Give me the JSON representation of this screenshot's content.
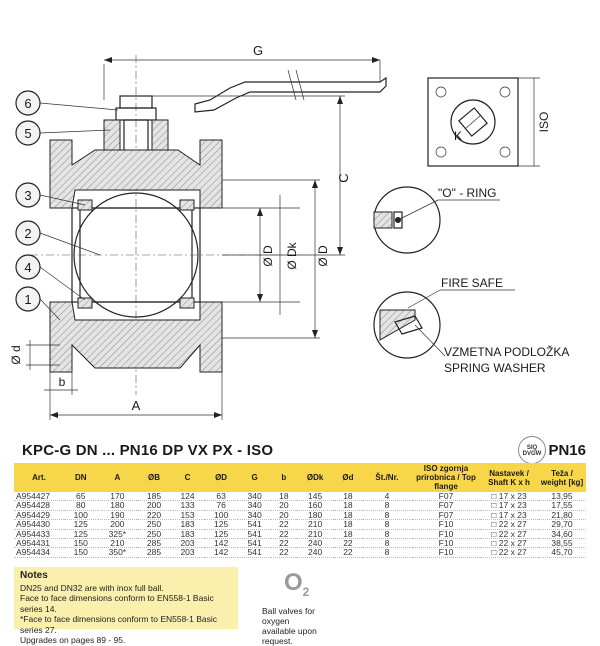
{
  "drawing": {
    "callouts": [
      "6",
      "5",
      "3",
      "2",
      "4",
      "1"
    ],
    "dims": {
      "G": "G",
      "C": "C",
      "A": "A",
      "b": "b",
      "d": "Ø d",
      "D": "Ø D",
      "Dk": "Ø Dk",
      "Dinner": "Ø D",
      "ISO": "ISO",
      "K": "K"
    },
    "detail_labels": {
      "oring": "\"O\" - RING",
      "firesafe": "FIRE SAFE",
      "spring1": "VZMETNA PODLOŽKA",
      "spring2": "SPRING WASHER"
    }
  },
  "header": {
    "title": "KPC-G DN ... PN16 DP VX PX - ISO",
    "badge": "SIQ DVGW",
    "pn": "PN16"
  },
  "table": {
    "headers": [
      "Art.",
      "DN",
      "A",
      "ØB",
      "C",
      "ØD",
      "G",
      "b",
      "ØDk",
      "Ød",
      "Št./Nr.",
      "ISO zgornja prirobnica / Top flange",
      "Nastavek / Shaft K x h",
      "Teža / weight [kg]"
    ],
    "rows": [
      [
        "A954427",
        "65",
        "170",
        "185",
        "124",
        "63",
        "340",
        "18",
        "145",
        "18",
        "4",
        "F07",
        "□ 17 x 23",
        "13,95"
      ],
      [
        "A954428",
        "80",
        "180",
        "200",
        "133",
        "76",
        "340",
        "20",
        "160",
        "18",
        "8",
        "F07",
        "□ 17 x 23",
        "17,55"
      ],
      [
        "A954429",
        "100",
        "190",
        "220",
        "153",
        "100",
        "340",
        "20",
        "180",
        "18",
        "8",
        "F07",
        "□ 17 x 23",
        "21,80"
      ],
      [
        "A954430",
        "125",
        "200",
        "250",
        "183",
        "125",
        "541",
        "22",
        "210",
        "18",
        "8",
        "F10",
        "□ 22 x 27",
        "29,70"
      ],
      [
        "A954433",
        "125",
        "325*",
        "250",
        "183",
        "125",
        "541",
        "22",
        "210",
        "18",
        "8",
        "F10",
        "□ 22 x 27",
        "34,60"
      ],
      [
        "A954431",
        "150",
        "210",
        "285",
        "203",
        "142",
        "541",
        "22",
        "240",
        "22",
        "8",
        "F10",
        "□ 22 x 27",
        "38,55"
      ],
      [
        "A954434",
        "150",
        "350*",
        "285",
        "203",
        "142",
        "541",
        "22",
        "240",
        "22",
        "8",
        "F10",
        "□ 22 x 27",
        "45,70"
      ]
    ]
  },
  "notes": {
    "title": "Notes",
    "lines": [
      "DN25 and DN32 are with inox full ball.",
      "Face to face dimensions conform to EN558-1 Basic series 14.",
      "*Face to face dimensions conform to EN558-1 Basic series 27.",
      "Upgrades on pages 89 - 95."
    ]
  },
  "oxygen": {
    "symbol": "O",
    "subscript": "2",
    "line1": "Ball valves for oxygen",
    "line2": "available upon request."
  },
  "colors": {
    "table_header": "#f7d64a",
    "notes_bg": "#fbefae",
    "hatch": "#9a9a9a"
  }
}
